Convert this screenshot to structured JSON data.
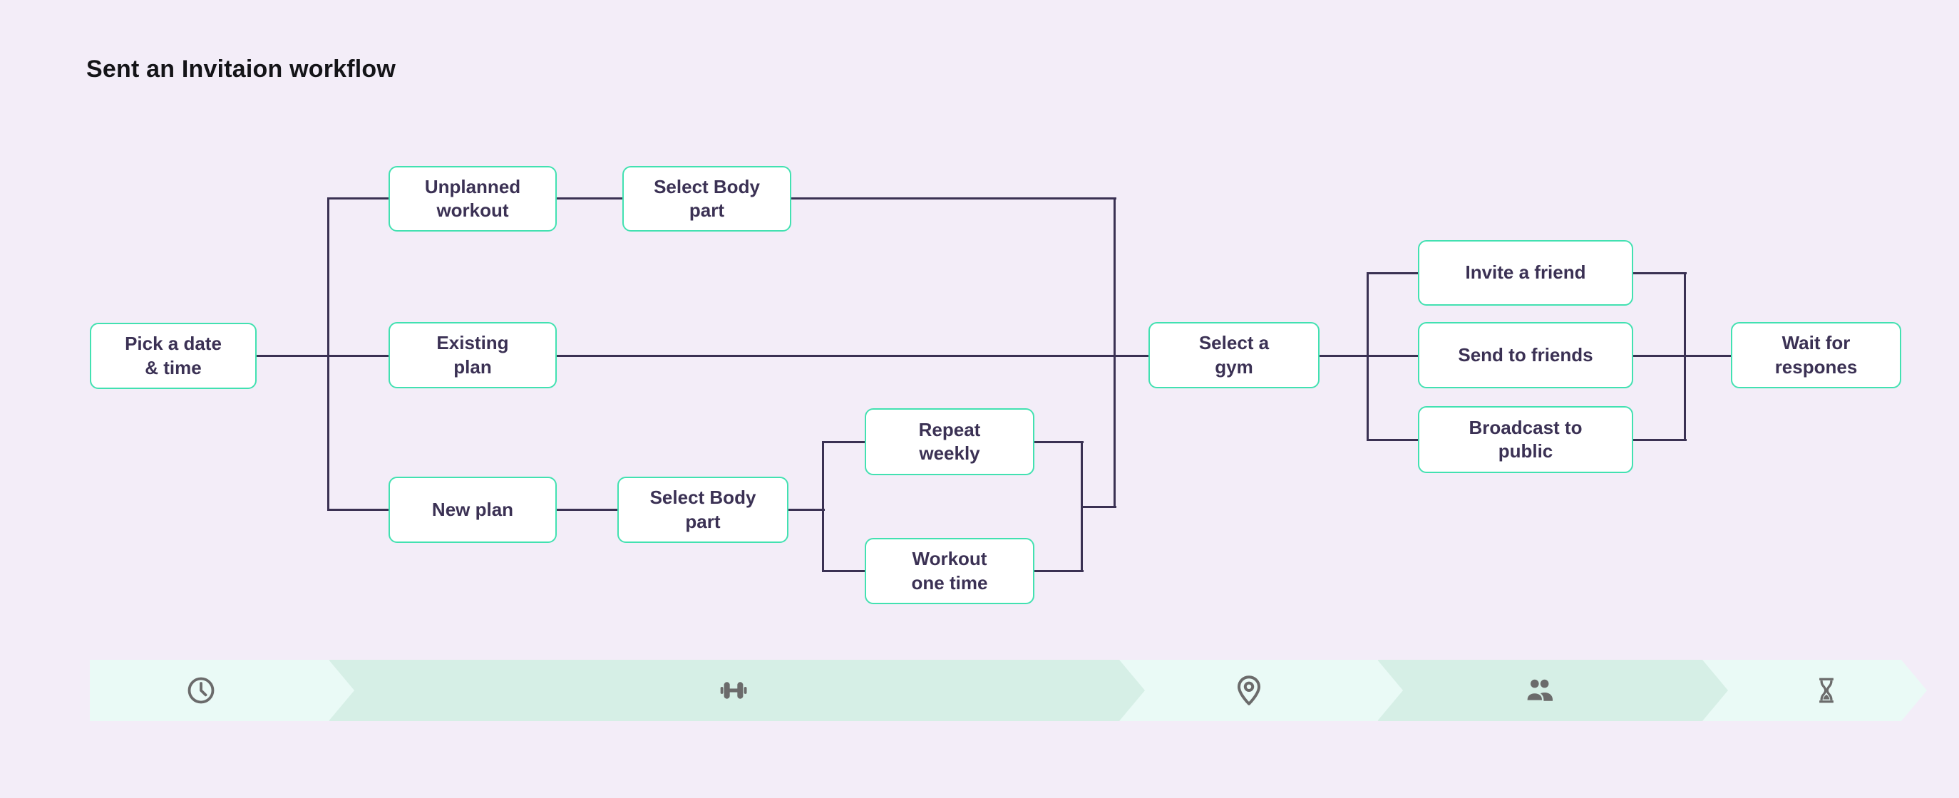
{
  "title": "Sent an Invitaion workflow",
  "colors": {
    "background": "#f3edf8",
    "node_border": "#42e1b1",
    "node_fill": "#ffffff",
    "node_text": "#3b3154",
    "connector": "#3a3153",
    "stepper_segment_light": "#eafaf6",
    "stepper_segment_dark": "#d6efe6",
    "icon_gray": "#6b6b6b"
  },
  "diagram": {
    "nodes": [
      {
        "id": "pick-date-time",
        "label": "Pick a date\n& time"
      },
      {
        "id": "unplanned-workout",
        "label": "Unplanned\nworkout"
      },
      {
        "id": "select-body-part-1",
        "label": "Select Body\npart"
      },
      {
        "id": "existing-plan",
        "label": "Existing\nplan"
      },
      {
        "id": "new-plan",
        "label": "New plan"
      },
      {
        "id": "select-body-part-2",
        "label": "Select Body\npart"
      },
      {
        "id": "repeat-weekly",
        "label": "Repeat\nweekly"
      },
      {
        "id": "workout-one-time",
        "label": "Workout\none time"
      },
      {
        "id": "select-gym",
        "label": "Select a\ngym"
      },
      {
        "id": "invite-friend",
        "label": "Invite a friend"
      },
      {
        "id": "send-to-friends",
        "label": "Send to friends"
      },
      {
        "id": "broadcast-public",
        "label": "Broadcast to\npublic"
      },
      {
        "id": "wait-responses",
        "label": "Wait for\nrespones"
      }
    ],
    "edges": [
      {
        "from": "pick-date-time",
        "to": "unplanned-workout"
      },
      {
        "from": "pick-date-time",
        "to": "existing-plan"
      },
      {
        "from": "pick-date-time",
        "to": "new-plan"
      },
      {
        "from": "unplanned-workout",
        "to": "select-body-part-1"
      },
      {
        "from": "select-body-part-1",
        "to": "select-gym"
      },
      {
        "from": "existing-plan",
        "to": "select-gym"
      },
      {
        "from": "new-plan",
        "to": "select-body-part-2"
      },
      {
        "from": "select-body-part-2",
        "to": "repeat-weekly"
      },
      {
        "from": "select-body-part-2",
        "to": "workout-one-time"
      },
      {
        "from": "repeat-weekly",
        "to": "select-gym"
      },
      {
        "from": "workout-one-time",
        "to": "select-gym"
      },
      {
        "from": "select-gym",
        "to": "invite-friend"
      },
      {
        "from": "select-gym",
        "to": "send-to-friends"
      },
      {
        "from": "select-gym",
        "to": "broadcast-public"
      },
      {
        "from": "invite-friend",
        "to": "wait-responses"
      },
      {
        "from": "send-to-friends",
        "to": "wait-responses"
      },
      {
        "from": "broadcast-public",
        "to": "wait-responses"
      }
    ]
  },
  "stepper": {
    "steps": [
      {
        "icon": "clock-icon",
        "tone": "light"
      },
      {
        "icon": "dumbbell-icon",
        "tone": "dark"
      },
      {
        "icon": "location-pin-icon",
        "tone": "light"
      },
      {
        "icon": "people-icon",
        "tone": "dark"
      },
      {
        "icon": "hourglass-icon",
        "tone": "light"
      }
    ]
  }
}
